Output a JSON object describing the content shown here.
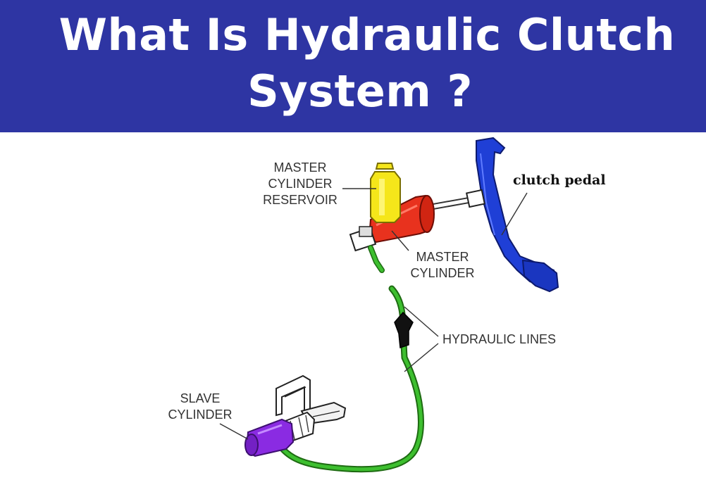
{
  "title": {
    "line1": "What Is Hydraulic Clutch",
    "line2": "System ?"
  },
  "labels": {
    "master_reservoir": [
      "MASTER",
      "CYLINDER",
      "RESERVOIR"
    ],
    "master_cylinder": [
      "MASTER",
      "CYLINDER"
    ],
    "clutch_pedal": "clutch pedal",
    "hydraulic_lines": "HYDRAULIC LINES",
    "slave_cylinder": [
      "SLAVE",
      "CYLINDER"
    ]
  },
  "colors": {
    "banner": "#2e35a3",
    "title_text": "#ffffff",
    "reservoir": "#f5e61a",
    "master_cylinder": "#e8321e",
    "clutch_pedal": "#1f3fd6",
    "hydraulic_line": "#3dbf2f",
    "slave_cylinder": "#8a2be2"
  }
}
